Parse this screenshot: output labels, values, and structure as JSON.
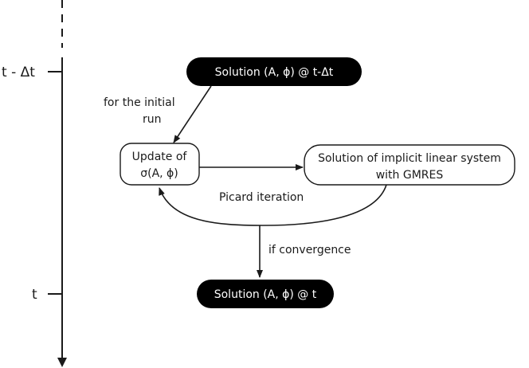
{
  "timeline": {
    "prev_label": "t - Δt",
    "current_label": "t"
  },
  "nodes": {
    "solution_prev": {
      "text": "Solution (A, ϕ)   @ t-Δt"
    },
    "update": {
      "line1": "Update of",
      "line2": "σ(A, ϕ)"
    },
    "linear_system": {
      "line1": "Solution of implicit linear system",
      "line2": "with GMRES"
    },
    "solution_current": {
      "text": "Solution (A, ϕ)   @ t"
    }
  },
  "edges": {
    "initial_run": {
      "line1": "for the initial",
      "line2": "run"
    },
    "picard": "Picard iteration",
    "convergence": "if convergence"
  },
  "colors": {
    "line": "#1a1a1a",
    "dark_node_fill": "#000000",
    "dark_node_text": "#ffffff",
    "light_node_fill": "#ffffff"
  }
}
